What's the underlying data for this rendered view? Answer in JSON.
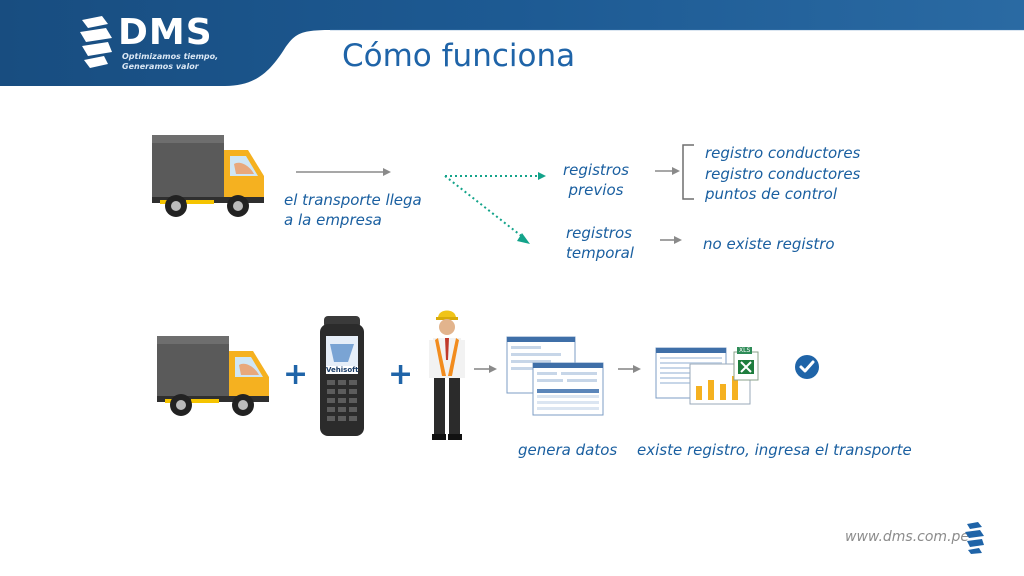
{
  "header": {
    "logo_text": "DMS",
    "slogan": "Optimizamos tiempo,\nGeneramos valor",
    "title": "Cómo funciona"
  },
  "flow": {
    "arrival_label": "el transporte llega\na la empresa",
    "previous_records_label": "registros\nprevios",
    "temporary_records_label": "registros\ntemporal",
    "previous_records_items": [
      "registro conductores",
      "registro conductores",
      "puntos de control"
    ],
    "no_record_label": "no existe registro"
  },
  "process": {
    "device_brand": "Vehisoft",
    "generates_data_label": "genera datos",
    "record_exists_label": "existe registro, ingresa el transporte",
    "excel_badge": "XLS"
  },
  "footer": {
    "url": "www.dms.com.pe"
  },
  "colors": {
    "header_blue": "#1d5a93",
    "accent_teal": "#13a38a",
    "text_blue": "#1a5fa0",
    "arrow_gray": "#8a8a8a"
  }
}
